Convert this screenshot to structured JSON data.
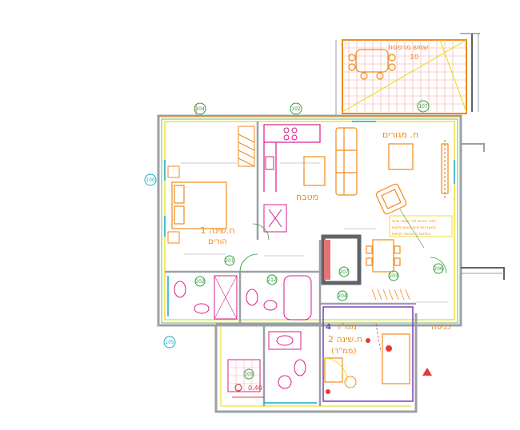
{
  "colors": {
    "wall": "#9aa0a6",
    "wall_dark": "#5f6368",
    "orange": "#f08a1c",
    "red": "#e53935",
    "magenta": "#d81b8c",
    "green": "#2e9d3a",
    "cyan": "#17a9c7",
    "yellow": "#e8d800",
    "blue": "#2356c7",
    "purple": "#7b3fb5",
    "balcony_grid": "#f4a5a5",
    "dim_gray": "#9e9e9e"
  },
  "rooms": {
    "balcony": "שמש מרפסת",
    "balcony_num": "10",
    "living": "ח. מגורים",
    "kitchen": "מטבח",
    "bedroom1_line1": "ח.שינה 1",
    "bedroom1_line2": "הורים",
    "bedroom2_badge": "4",
    "bedroom2_top": "ממ\"ד",
    "bedroom2_line1": "ח.שינה 2",
    "bedroom2_line2": "(ממ\"ד)",
    "entrance": "כניסה"
  },
  "notes": {
    "living_note_1": "אזור ביניים לא ייעשה שינוי",
    "living_note_2": "במערכות מים בשום מקום",
    "living_note_3": "בתחום ה מכשיר קיימת",
    "dim": "0.40"
  },
  "tags": [
    "104",
    "102",
    "107",
    "100",
    "105",
    "201",
    "202",
    "203",
    "204",
    "205",
    "206",
    "207",
    "212"
  ]
}
